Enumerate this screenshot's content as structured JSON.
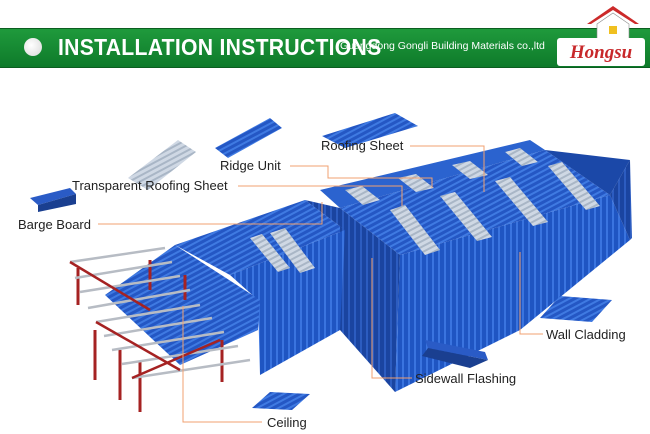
{
  "banner": {
    "title": "INSTALLATION INSTRUCTIONS",
    "company": "Guangdong Gongli Building Materials co.,ltd",
    "logo_text": "Hongsu"
  },
  "labels": {
    "roofing_sheet": "Roofing Sheet",
    "ridge_unit": "Ridge Unit",
    "transparent_roofing_sheet": "Transparent Roofing Sheet",
    "barge_board": "Barge Board",
    "wall_cladding": "Wall Cladding",
    "sidewall_flashing": "Sidewall Flashing",
    "ceiling": "Ceiling"
  },
  "colors": {
    "banner_green": "#12862f",
    "steel_blue": "#1f4fb8",
    "leader_line": "#f0a070",
    "frame_red": "#a52222"
  }
}
